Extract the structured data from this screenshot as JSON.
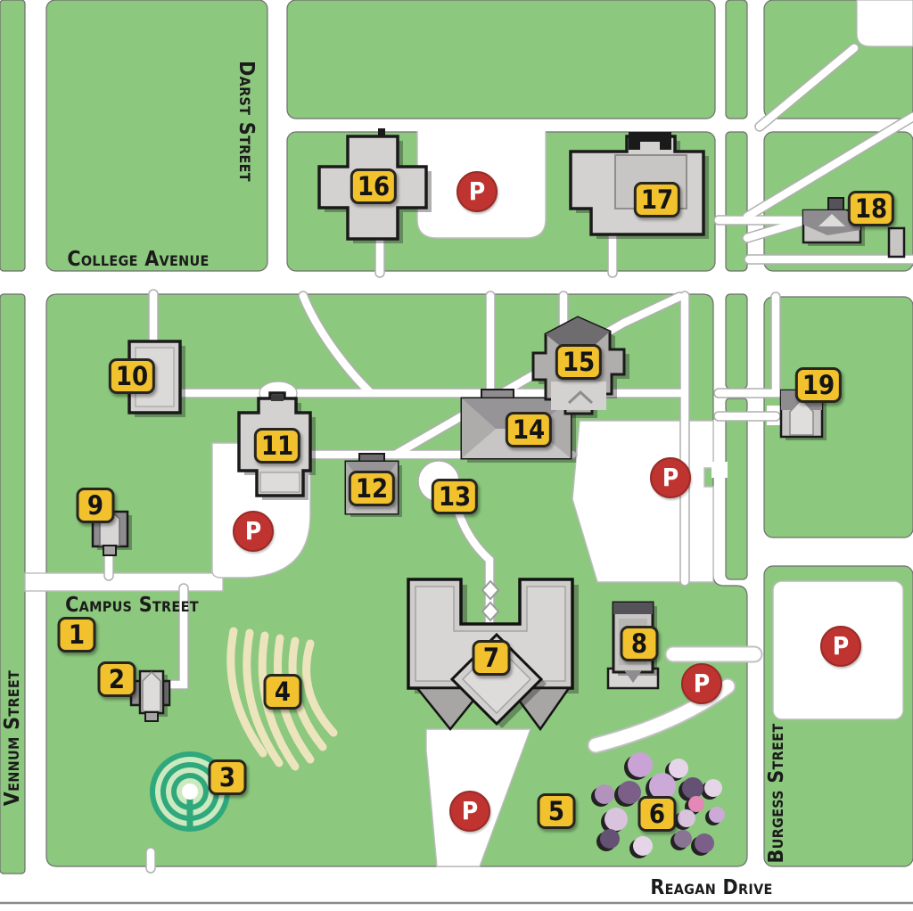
{
  "map": {
    "streets": {
      "darst": "Darst Street",
      "college": "College Avenue",
      "campus": "Campus Street",
      "vennum": "Vennum Street",
      "burgess": "Burgess Street",
      "reagan": "Reagan Drive"
    },
    "parking_label": "P",
    "building_markers": [
      {
        "number": "1"
      },
      {
        "number": "2"
      },
      {
        "number": "3"
      },
      {
        "number": "4"
      },
      {
        "number": "5"
      },
      {
        "number": "6"
      },
      {
        "number": "7"
      },
      {
        "number": "8"
      },
      {
        "number": "9"
      },
      {
        "number": "10"
      },
      {
        "number": "11"
      },
      {
        "number": "12"
      },
      {
        "number": "13"
      },
      {
        "number": "14"
      },
      {
        "number": "15"
      },
      {
        "number": "16"
      },
      {
        "number": "17"
      },
      {
        "number": "18"
      },
      {
        "number": "19"
      }
    ],
    "colors": {
      "lawn": "#8cc87e",
      "road": "#ffffff",
      "road_edge": "#b0b0b0",
      "building_fill": "#d4d2d0",
      "building_roof": "#8e8c8e",
      "building_outline": "#1a1a1a",
      "marker_yellow": "#f2c12e",
      "marker_border": "#26251f",
      "parking_red": "#bf3430",
      "labyrinth_green": "#2fa87c",
      "amphitheater_arc": "#ece4bd",
      "tree_palette": [
        "#c9a3d6",
        "#e6d5e8",
        "#b193be",
        "#7b5f88",
        "#cbaad8",
        "#655173",
        "#e588b7",
        "#d9c3dd",
        "#8a7494"
      ]
    }
  }
}
